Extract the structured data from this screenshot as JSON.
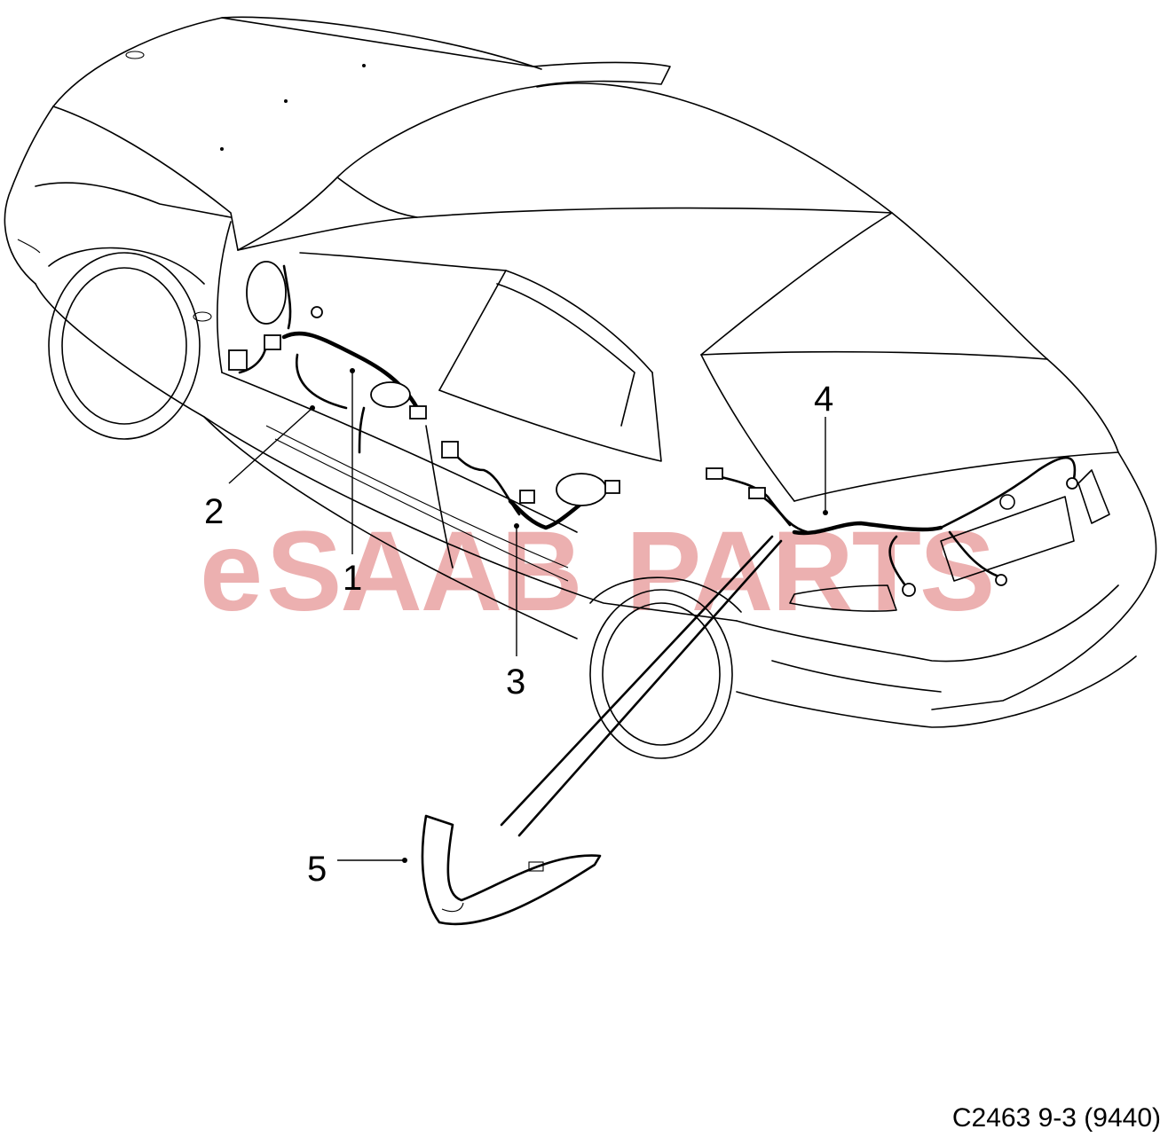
{
  "watermark": {
    "prefix": "e",
    "brand": "SAAB",
    "suffix": "PARTS",
    "color": "#e9a3a3"
  },
  "callouts": [
    {
      "id": "1",
      "label": "1"
    },
    {
      "id": "2",
      "label": "2"
    },
    {
      "id": "3",
      "label": "3"
    },
    {
      "id": "4",
      "label": "4"
    },
    {
      "id": "5",
      "label": "5"
    }
  ],
  "caption": "C2463 9-3 (9440)"
}
